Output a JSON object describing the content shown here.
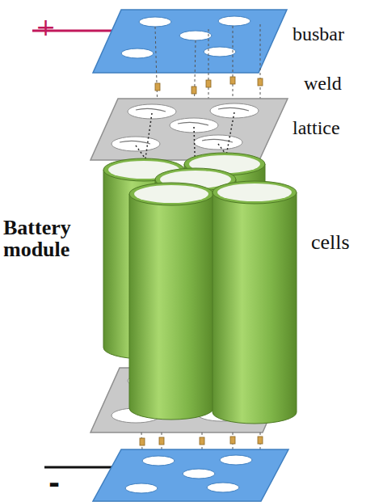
{
  "diagram": {
    "labels": [
      "+",
      "busbar",
      "weld",
      "lattice",
      "Battery module",
      "cells",
      "-"
    ]
  }
}
